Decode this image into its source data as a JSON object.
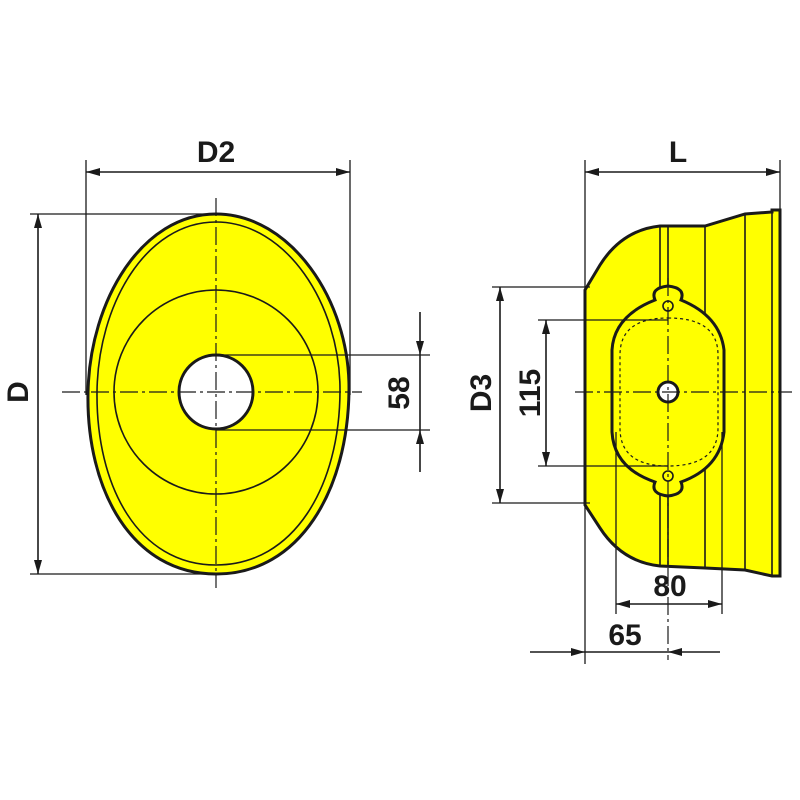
{
  "colors": {
    "part_fill": "#ffff00",
    "line": "#1a1a1a",
    "background": "#ffffff"
  },
  "front_view": {
    "dimensions": {
      "width_label": "D2",
      "height_label": "D",
      "bore_label": "58"
    }
  },
  "side_view": {
    "dimensions": {
      "length_label": "L",
      "flange_height_label": "D3",
      "hole_spacing_label": "115",
      "flange_width_label": "80",
      "offset_label": "65"
    }
  }
}
